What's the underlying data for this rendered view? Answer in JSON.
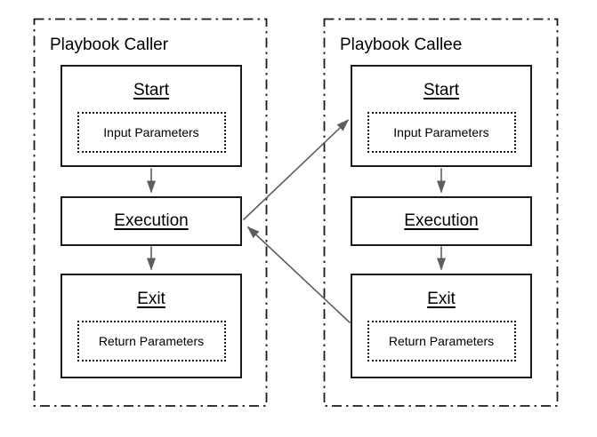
{
  "caller": {
    "title": "Playbook Caller",
    "start": {
      "title": "Start",
      "param": "Input Parameters"
    },
    "execution": {
      "title": "Execution"
    },
    "exit": {
      "title": "Exit",
      "param": "Return Parameters"
    }
  },
  "callee": {
    "title": "Playbook Callee",
    "start": {
      "title": "Start",
      "param": "Input Parameters"
    },
    "execution": {
      "title": "Execution"
    },
    "exit": {
      "title": "Exit",
      "param": "Return Parameters"
    }
  },
  "edges": [
    {
      "from": "caller-start",
      "to": "caller-execution"
    },
    {
      "from": "caller-execution",
      "to": "caller-exit"
    },
    {
      "from": "callee-start",
      "to": "callee-execution"
    },
    {
      "from": "callee-execution",
      "to": "callee-exit"
    },
    {
      "from": "caller-execution",
      "to": "callee-start"
    },
    {
      "from": "callee-exit",
      "to": "caller-execution"
    }
  ],
  "colors": {
    "background": "#ffffff",
    "box_border": "#1a1a1a",
    "container_border": "#1a1a1a",
    "dotted_border": "#161616",
    "arrow": "#5d5d5d",
    "text": "#000000"
  }
}
